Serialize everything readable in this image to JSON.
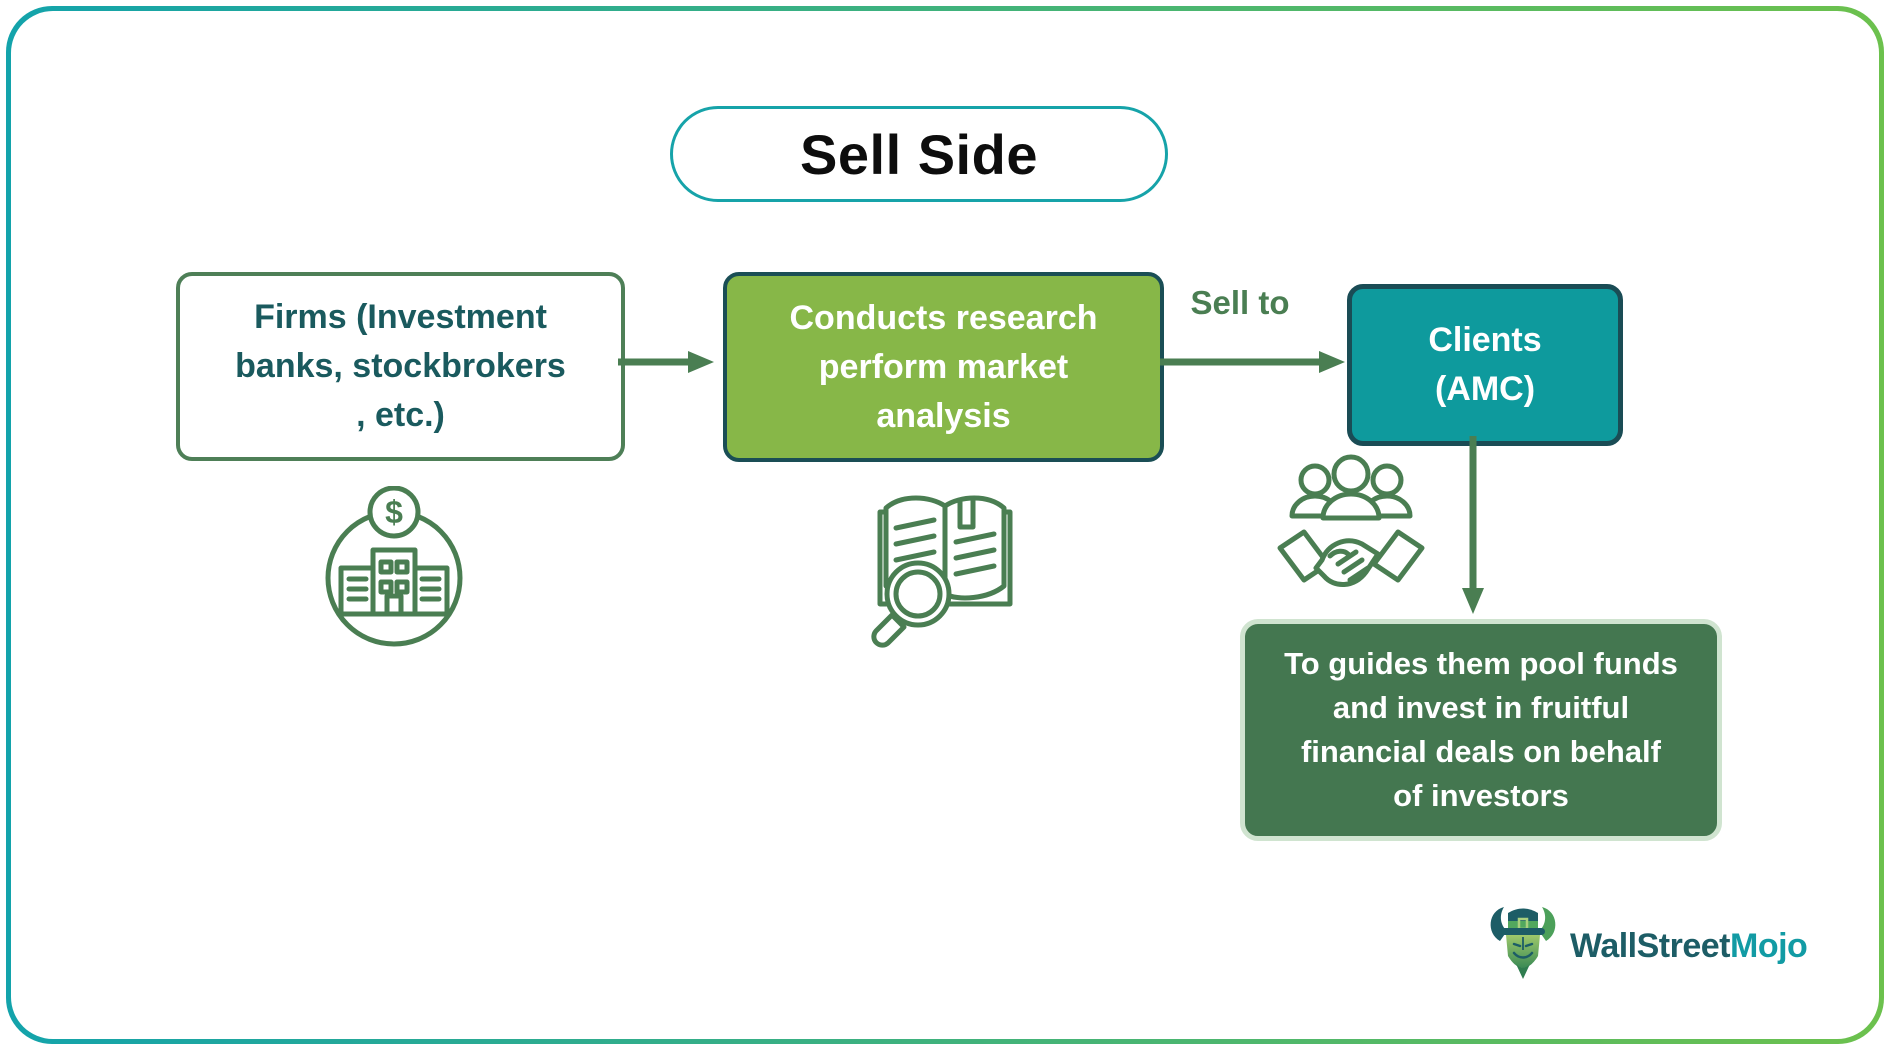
{
  "title": "Sell Side",
  "flow": {
    "firms_box": {
      "label": "Firms (Investment\nbanks, stockbrokers\n, etc.)"
    },
    "research_box": {
      "label": "Conducts research\nperform market\nanalysis"
    },
    "sell_to_label": "Sell to",
    "clients_box": {
      "label": "Clients\n(AMC)"
    },
    "outcome_box": {
      "label": "To guides them pool funds\nand invest in fruitful\nfinancial deals on behalf\nof investors"
    }
  },
  "icons": {
    "firms": "bank-building-dollar-icon",
    "research": "open-book-magnifier-icon",
    "clients": "group-handshake-icon",
    "logo_mark": "bull-top-hat-icon"
  },
  "logo": {
    "brand_part1": "WallStreet",
    "brand_part2": "Mojo"
  },
  "colors": {
    "frame_gradient_start": "#13A3AB",
    "frame_gradient_end": "#6CC14D",
    "title_border": "#16A3A9",
    "firms_border": "#4E7F57",
    "firms_text": "#1A5A5E",
    "research_fill": "#87B748",
    "research_border": "#1A4E55",
    "clients_fill": "#0E9A9D",
    "clients_border": "#1A4C55",
    "outcome_fill": "#447750",
    "outcome_border": "#D0E4D0",
    "arrow_green": "#4A7E52",
    "logo_primary": "#1D5D66",
    "logo_accent": "#129BA4"
  }
}
